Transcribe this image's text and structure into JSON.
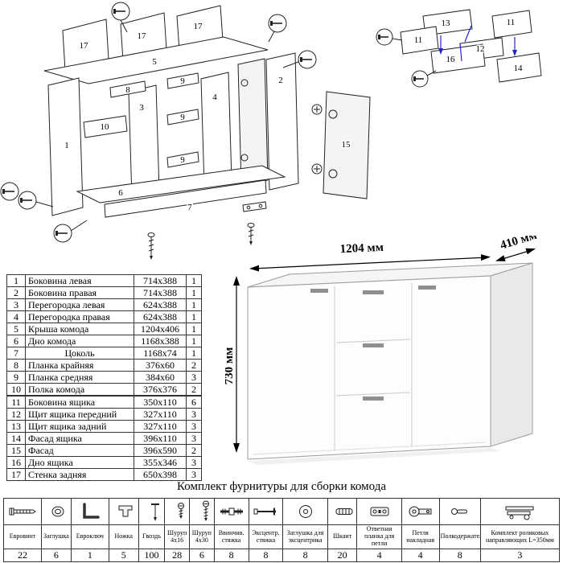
{
  "colors": {
    "line": "#222222",
    "blue_accent": "#2323cc",
    "render_outline": "#9b9b9b"
  },
  "diagram_main": {
    "labels": [
      "17",
      "17",
      "17",
      "5",
      "8",
      "3",
      "9",
      "9",
      "9",
      "4",
      "2",
      "1",
      "10",
      "6",
      "7",
      "15"
    ]
  },
  "diagram_drawer": {
    "labels": [
      "13",
      "11",
      "11",
      "12",
      "16",
      "14"
    ]
  },
  "render": {
    "width_label": "1204 мм",
    "depth_label": "410 мм",
    "height_label": "730 мм"
  },
  "parts": {
    "rows": [
      {
        "n": "1",
        "name": "Боковина левая",
        "size": "714x388",
        "qty": "1"
      },
      {
        "n": "2",
        "name": "Боковина правая",
        "size": "714x388",
        "qty": "1"
      },
      {
        "n": "3",
        "name": "Перегородка левая",
        "size": "624x388",
        "qty": "1"
      },
      {
        "n": "4",
        "name": "Перегородка правая",
        "size": "624x388",
        "qty": "1"
      },
      {
        "n": "5",
        "name": "Крыша комода",
        "size": "1204x406",
        "qty": "1"
      },
      {
        "n": "6",
        "name": "Дно комода",
        "size": "1168x388",
        "qty": "1"
      },
      {
        "n": "7",
        "name": "Цоколь",
        "size": "1168x74",
        "qty": "1"
      },
      {
        "n": "8",
        "name": "Планка крайняя",
        "size": "376x60",
        "qty": "2"
      },
      {
        "n": "9",
        "name": "Планка средняя",
        "size": "384x60",
        "qty": "3"
      },
      {
        "n": "10",
        "name": "Полка комода",
        "size": "376x376",
        "qty": "2"
      },
      {
        "n": "11",
        "name": "Боковина ящика",
        "size": "350x110",
        "qty": "6"
      },
      {
        "n": "12",
        "name": "Щит ящика передний",
        "size": "327x110",
        "qty": "3"
      },
      {
        "n": "13",
        "name": "Щит ящика задний",
        "size": "327x110",
        "qty": "3"
      },
      {
        "n": "14",
        "name": "Фасад ящика",
        "size": "396x110",
        "qty": "3"
      },
      {
        "n": "15",
        "name": "Фасад",
        "size": "396x590",
        "qty": "2"
      },
      {
        "n": "16",
        "name": "Дно ящика",
        "size": "355x346",
        "qty": "3"
      },
      {
        "n": "17",
        "name": "Стенка задняя",
        "size": "650x398",
        "qty": "3"
      }
    ]
  },
  "hardware": {
    "title": "Комплект фурнитуры для сборки комода",
    "items": [
      {
        "name": "Евровинт",
        "qty": "22",
        "icon": "confirmat-screw-icon"
      },
      {
        "name": "Заглушка",
        "qty": "6",
        "icon": "plug-cap-icon"
      },
      {
        "name": "Евроключ",
        "qty": "1",
        "icon": "hex-key-icon"
      },
      {
        "name": "Ножка",
        "qty": "5",
        "icon": "leg-icon"
      },
      {
        "name": "Гвоздь",
        "qty": "100",
        "icon": "nail-icon"
      },
      {
        "name": "Шуруп 4x16",
        "qty": "28",
        "icon": "screw-4x16-icon"
      },
      {
        "name": "Шуруп 4x30",
        "qty": "6",
        "icon": "screw-4x30-icon"
      },
      {
        "name": "Ввинчив. стяжка",
        "qty": "8",
        "icon": "bolt-connector-icon"
      },
      {
        "name": "Эксцентр. стяжка",
        "qty": "8",
        "icon": "cam-bolt-icon"
      },
      {
        "name": "Заглушка для эксцентрика",
        "qty": "8",
        "icon": "cam-cap-icon"
      },
      {
        "name": "Шкант",
        "qty": "20",
        "icon": "dowel-icon"
      },
      {
        "name": "Ответная планка для петли",
        "qty": "4",
        "icon": "hinge-plate-icon"
      },
      {
        "name": "Петля накладная",
        "qty": "4",
        "icon": "hinge-icon"
      },
      {
        "name": "Полкодержатель",
        "qty": "8",
        "icon": "shelf-pin-icon"
      },
      {
        "name": "Комплект роликовых направляющих L=350мм",
        "qty": "3",
        "icon": "drawer-slides-icon"
      }
    ]
  }
}
